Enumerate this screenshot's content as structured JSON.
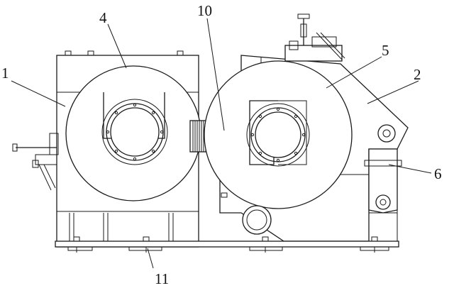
{
  "figure": {
    "callouts": [
      {
        "id": "c1",
        "label": "1"
      },
      {
        "id": "c2",
        "label": "2"
      },
      {
        "id": "c4",
        "label": "4"
      },
      {
        "id": "c5",
        "label": "5"
      },
      {
        "id": "c6",
        "label": "6"
      },
      {
        "id": "c10",
        "label": "10"
      },
      {
        "id": "c11",
        "label": "11"
      }
    ]
  }
}
